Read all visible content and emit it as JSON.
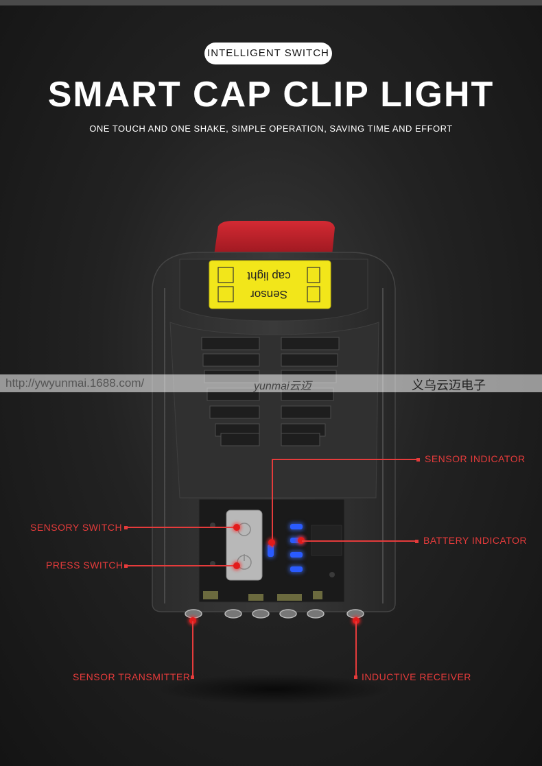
{
  "header": {
    "badge": "INTELLIGENT SWITCH",
    "title": "SMART CAP CLIP LIGHT",
    "subtitle": "ONE TOUCH AND ONE SHAKE, SIMPLE OPERATION, SAVING TIME AND EFFORT"
  },
  "watermark": {
    "url": "http://ywyunmai.1688.com/",
    "brand": "yunmai云迈",
    "company": "义乌云迈电子"
  },
  "sticker": {
    "line1": "cap light",
    "line2": "Sensor"
  },
  "callouts": {
    "sensor_indicator": "SENSOR INDICATOR",
    "battery_indicator": "BATTERY INDICATOR",
    "sensory_switch": "SENSORY SWITCH",
    "press_switch": "PRESS SWITCH",
    "sensor_transmitter": "SENSOR TRANSMITTER",
    "inductive_receiver": "INDUCTIVE RECEIVER"
  },
  "colors": {
    "accent": "#e53b3b",
    "sticker": "#f2e61a",
    "clip": "#c9212a",
    "led_blue": "#2a5bff"
  }
}
